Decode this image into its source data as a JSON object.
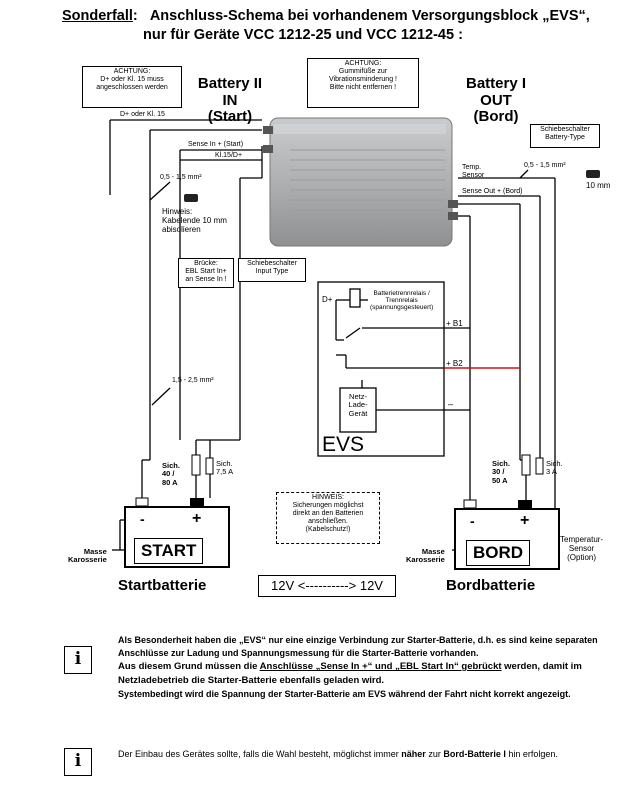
{
  "header": {
    "label": "Sonderfall",
    "line1": "Anschluss-Schema bei vorhandenem Versorgungsblock „EVS“,",
    "line2": "nur für Geräte  VCC 1212-25  und  VCC 1212-45 :"
  },
  "diagram": {
    "note_achtung_left": "ACHTUNG:\nD+ oder Kl. 15 muss\nangeschlossen werden",
    "note_achtung_top": "ACHTUNG:\nGummifüße zur\nVibrationsminderung !\nBitte nicht entfernen !",
    "battery2_title": "Battery II\nIN\n(Start)",
    "battery1_title": "Battery I\nOUT\n(Bord)",
    "switch_battery_type": "Schiebeschalter\nBattery-Type",
    "wire_d_plus": "D+ oder Kl. 15",
    "sense_in": "Sense In + (Start)",
    "kl15": "Kl.15/D+",
    "temp_sensor": "Temp.\nSensor",
    "cross_section_1": "0,5 - 1,5 mm²",
    "cross_section_2": "0,5 - 1,5 mm²",
    "ten_mm": "10 mm",
    "sense_out": "Sense Out + (Bord)",
    "hint_strip": "Hinweis:\nKabelende 10 mm\nabisolieren",
    "bridge_note": "Brücke:\nEBL Start In+\nan Sense In !",
    "switch_input_type": "Schiebeschalter\nInput Type",
    "d_plus": "D+",
    "relay": "Batterietrennrelais /\nTrennrelais\n(spannungsgesteuert)",
    "b1": "+ B1",
    "b2": "+ B2",
    "minus": "–",
    "charger": "Netz-\nLade-\nGerät",
    "evs": "EVS",
    "cross_section_3": "1,5 - 2,5 mm²",
    "fuse_start_main": "Sich.\n40 /\n80 A",
    "fuse_start_small": "Sich.\n7,5 A",
    "fuse_bord_main": "Sich.\n30 /\n50 A",
    "fuse_bord_small": "Sich.\n3 A",
    "fuse_hint": "HINWEIS:\nSicherungen möglichst\ndirekt an den Batterien\nanschließen.\n(Kabelschutz!)",
    "start_label": "START",
    "bord_label": "BORD",
    "masse_left": "Masse\nKarosserie",
    "masse_right": "Masse\nKarosserie",
    "temp_sensor_option": "Temperatur-\nSensor\n(Option)",
    "startbatterie": "Startbatterie",
    "bordbatterie": "Bordbatterie",
    "voltage_box": "12V <----------> 12V",
    "plus": "+",
    "minus_sign": "-"
  },
  "info1": {
    "text_a": "Als Besonderheit haben die „EVS“ nur eine einzige Verbindung zur Starter-Batterie, d.h. es sind keine separaten Anschlüsse zur Ladung und Spannungsmessung für die Starter-Batterie vorhanden.",
    "text_b": "Aus diesem Grund müssen die ",
    "text_b_u": "Anschlüsse „Sense In +“ und „EBL Start In“ gebrückt",
    "text_b_end": " werden, damit im Netzladebetrieb die Starter-Batterie ebenfalls geladen wird.",
    "text_c": "Systembedingt wird die Spannung der Starter-Batterie am EVS während der Fahrt nicht korrekt angezeigt."
  },
  "info2": {
    "text_a": "Der Einbau des Gerätes sollte, falls die Wahl besteht, möglichst immer ",
    "text_b": "näher",
    "text_c": " zur ",
    "text_d": "Bord-Batterie I",
    "text_e": "  hin erfolgen."
  },
  "icons": {
    "info": "i"
  },
  "colors": {
    "red_wire": "#d01010"
  }
}
